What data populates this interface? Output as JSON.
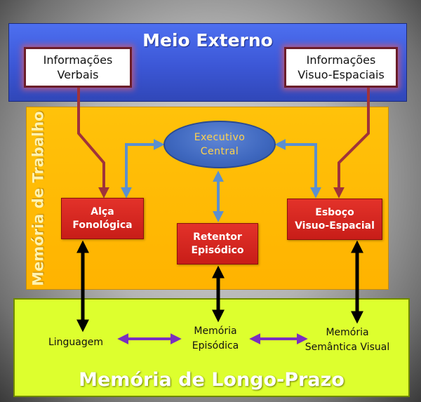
{
  "meio_externo": {
    "title": "Meio Externo"
  },
  "info_verbais": {
    "line1": "Informações",
    "line2": "Verbais"
  },
  "info_visuo": {
    "line1": "Informações",
    "line2": "Visuo-Espaciais"
  },
  "memoria_trabalho": {
    "label": "Memória de Trabalho",
    "executivo": {
      "line1": "Executivo",
      "line2": "Central"
    },
    "alca": {
      "line1": "Alça",
      "line2": "Fonológica"
    },
    "retentor": {
      "line1": "Retentor",
      "line2": "Episódico"
    },
    "esboco": {
      "line1": "Esboço",
      "line2": "Visuo-Espacial"
    }
  },
  "memoria_longo_prazo": {
    "title": "Memória de Longo-Prazo",
    "linguagem": "Linguagem",
    "episodica": {
      "line1": "Memória",
      "line2": "Episódica"
    },
    "semantica": {
      "line1": "Memória",
      "line2": "Semântica Visual"
    }
  },
  "colors": {
    "blue_arrow": "#5b8fd0",
    "dark_red_arrow": "#a0333a",
    "black_arrow": "#000000",
    "purple_arrow": "#7b2fbf"
  }
}
